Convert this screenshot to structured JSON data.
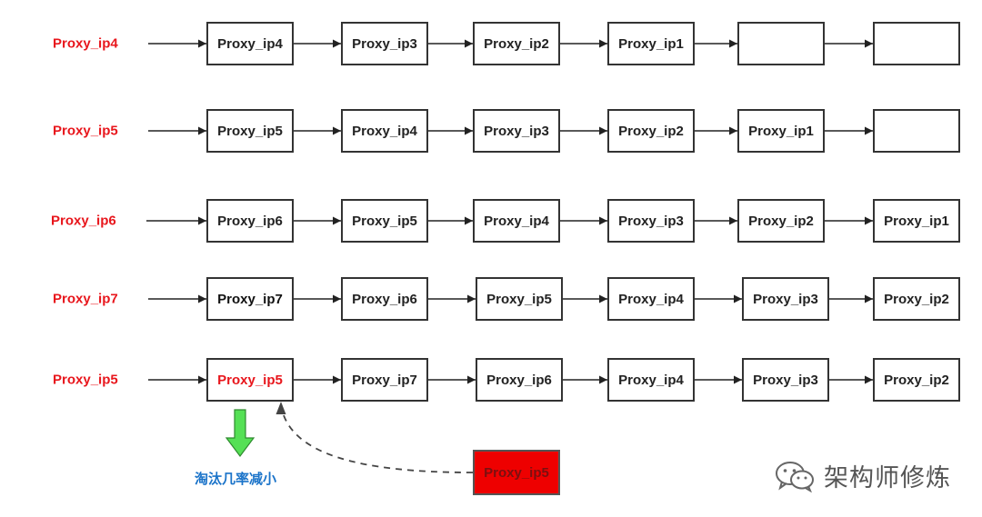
{
  "rows": [
    {
      "input": "Proxy_ip4",
      "nodes": [
        "Proxy_ip4",
        "Proxy_ip3",
        "Proxy_ip2",
        "Proxy_ip1",
        "",
        ""
      ]
    },
    {
      "input": "Proxy_ip5",
      "nodes": [
        "Proxy_ip5",
        "Proxy_ip4",
        "Proxy_ip3",
        "Proxy_ip2",
        "Proxy_ip1",
        ""
      ]
    },
    {
      "input": "Proxy_ip6",
      "nodes": [
        "Proxy_ip6",
        "Proxy_ip5",
        "Proxy_ip4",
        "Proxy_ip3",
        "Proxy_ip2",
        "Proxy_ip1"
      ]
    },
    {
      "input": "Proxy_ip7",
      "nodes": [
        "Proxy_ip7",
        "Proxy_ip6",
        "Proxy_ip5",
        "Proxy_ip4",
        "Proxy_ip3",
        "Proxy_ip2"
      ]
    },
    {
      "input": "Proxy_ip5",
      "nodes": [
        "Proxy_ip5",
        "Proxy_ip7",
        "Proxy_ip6",
        "Proxy_ip4",
        "Proxy_ip3",
        "Proxy_ip2"
      ]
    }
  ],
  "evicted_node": "Proxy_ip5",
  "eviction_note": "淘汰几率减小",
  "watermark": "架构师修炼",
  "colors": {
    "input_label": "#e8161c",
    "highlight_text": "#e8161c",
    "evicted_fill": "#ee0000",
    "green_arrow": "#55e055",
    "note": "#1a73c9"
  }
}
